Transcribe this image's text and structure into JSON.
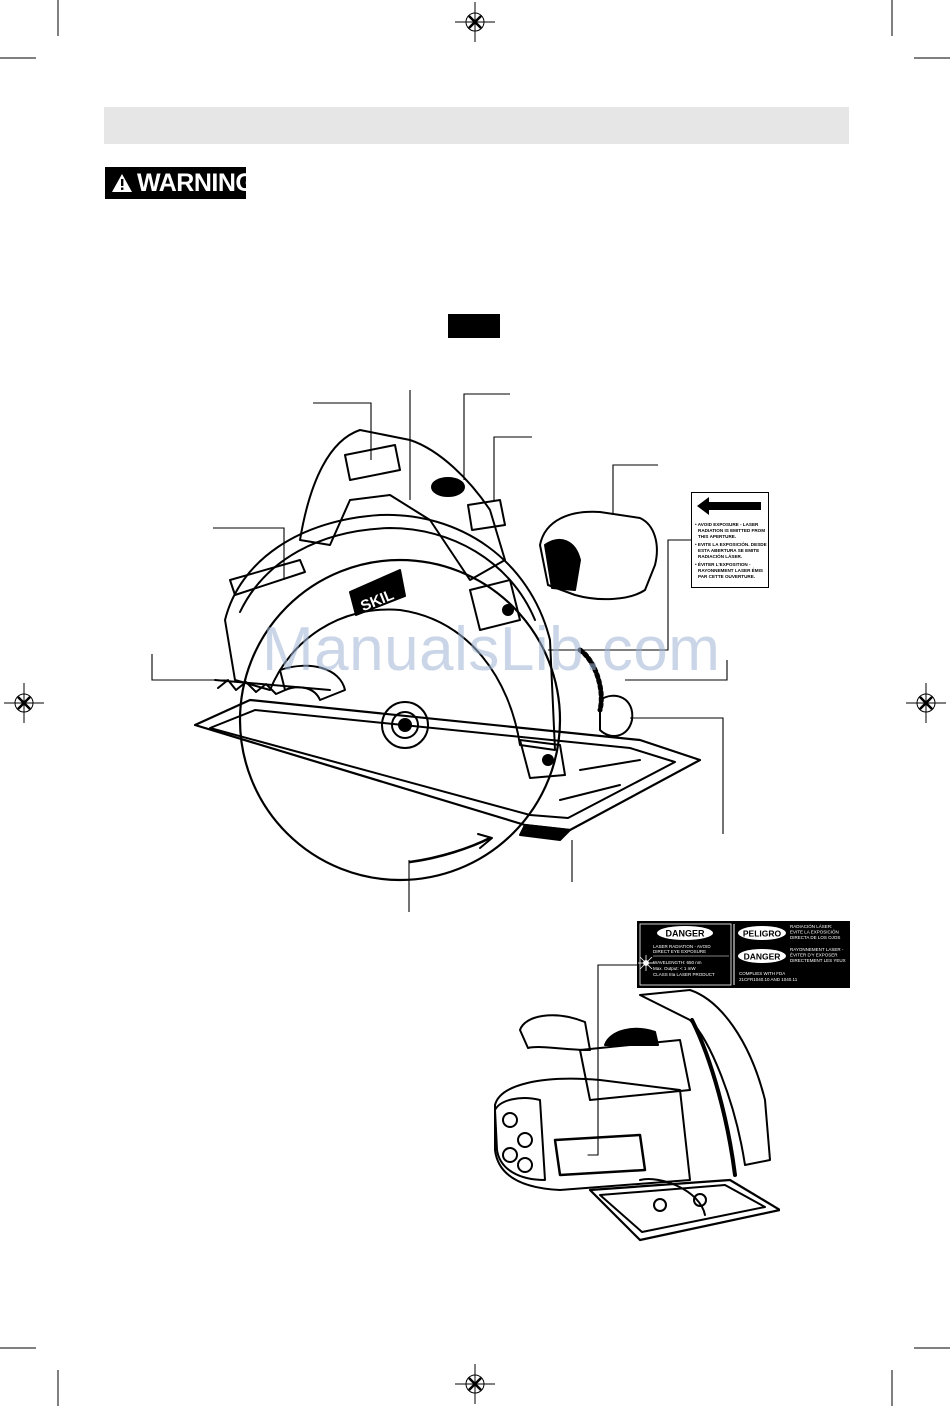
{
  "header": {
    "section_title": ""
  },
  "warning": {
    "label": "WARNING"
  },
  "figure": {
    "tag_label": "",
    "brand_label": "SKIL"
  },
  "watermark": {
    "text": "ManualsLib.com"
  },
  "laser_aperture_label": {
    "lines": [
      "• AVOID EXPOSURE - LASER",
      "RADIATION IS EMITTED FROM",
      "THIS APERTURE.",
      "• EVITE LA EXPOSICIÓN. DESDE",
      "ESTA ABERTURA SE EMITE",
      "RADIACIÓN LÁSER.",
      "• ÉVITER L'EXPOSITION -",
      "RAYONNEMENT LASER ÉMIS",
      "PAR CETTE OUVERTURE."
    ]
  },
  "danger_label": {
    "danger_heading": "DANGER",
    "en_lines": [
      "LASER RADIATION - AVOID",
      "DIRECT EYE EXPOSURE"
    ],
    "specs": [
      "WAVELENGTH: 650 nm",
      "Max. Output: < 1 mW",
      "CLASS IIIa LASER PRODUCT"
    ],
    "peligro_heading": "PELIGRO",
    "es_lines": [
      "RADIACIÓN LÁSER:",
      "EVITE LA EXPOSICIÓN",
      "DIRECTA DE LOS OJOS"
    ],
    "danger_fr_heading": "DANGER",
    "fr_lines": [
      "RAYONNEMENT LASER -",
      "ÉVITER D'Y EXPOSER",
      "DIRECTEMENT LES YEUX"
    ],
    "compliance": [
      "COMPLIES WITH FDA",
      "21CFR1040.10 AND 1040.11"
    ]
  },
  "colors": {
    "bar": "#e6e6e6",
    "ink": "#000000",
    "watermark": "#9fb6d6"
  }
}
